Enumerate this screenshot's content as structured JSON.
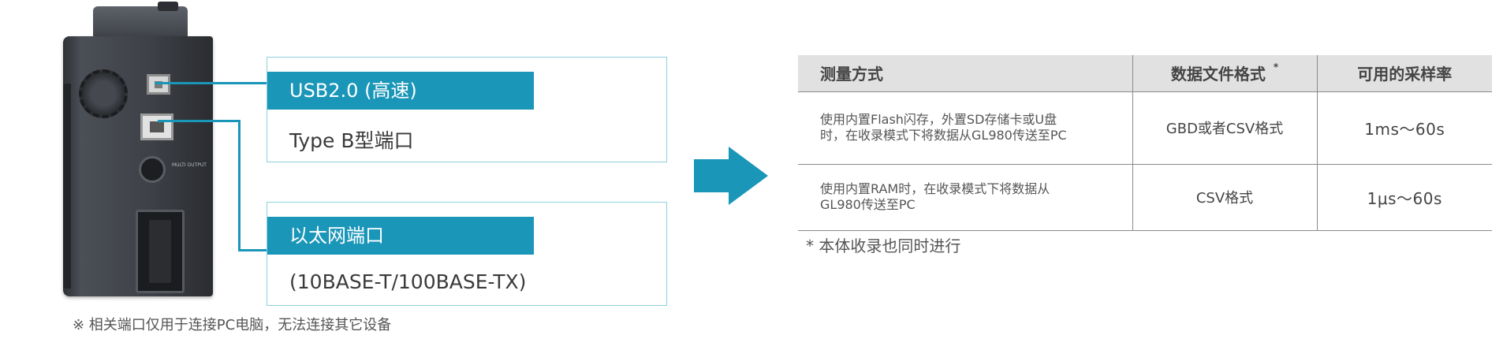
{
  "callouts": {
    "usb": {
      "tag": "USB2.0 (高速)",
      "text": "Type B型端口"
    },
    "ethernet": {
      "tag": "以太网端口",
      "text": "(10BASE-T/100BASE-TX)"
    }
  },
  "device": {
    "din_label": "MULTI OUTPUT"
  },
  "left_footnote": "※ 相关端口仅用于连接PC电脑，无法连接其它设备",
  "table": {
    "headers": {
      "method": "测量方式",
      "format": "数据文件格式",
      "format_mark": "*",
      "rate": "可用的采样率"
    },
    "rows": [
      {
        "method": "使用内置Flash闪存，外置SD存储卡或U盘时，在收录模式下将数据从GL980传送至PC",
        "format": "GBD或者CSV格式",
        "rate": "1ms～60s"
      },
      {
        "method": "使用内置RAM时，在收录模式下将数据从GL980传送至PC",
        "format": "CSV格式",
        "rate": "1μs～60s"
      }
    ]
  },
  "right_footnote": "* 本体收录也同时进行",
  "colors": {
    "accent": "#1a96b8",
    "callout_border": "#8dd0de",
    "table_header_bg": "#e1e1e1"
  }
}
